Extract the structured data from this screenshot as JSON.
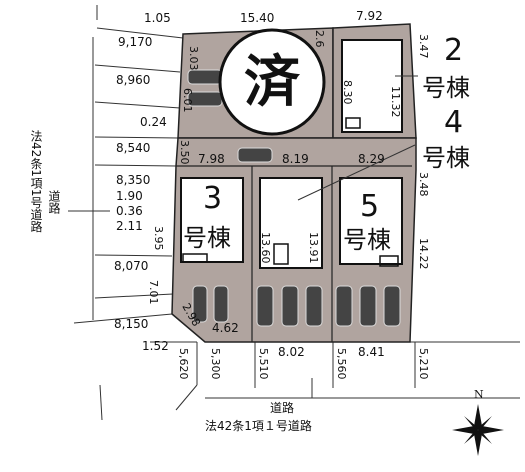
{
  "lots": {
    "lot2": {
      "number": "2",
      "label": "号棟"
    },
    "lot4": {
      "number": "4",
      "label": "号棟"
    },
    "lot3": {
      "number": "3",
      "label": "号棟"
    },
    "lot5": {
      "number": "5",
      "label": "号棟"
    },
    "sold_stamp": "済"
  },
  "roads": {
    "bottom_line1": "道路",
    "bottom_line2": "法42条1項１号道路",
    "left_vertical": "法42条1項1号道路",
    "left_side": "道路"
  },
  "compass": {
    "north": "N"
  },
  "dims": {
    "d1_05": "1.05",
    "d15_40": "15.40",
    "d7_92": "7.92",
    "d3_47": "3.47",
    "d9_170": "9,170",
    "d8_960": "8,960",
    "d0_24": "0.24",
    "d8_540": "8,540",
    "d8_350": "8,350",
    "d1_90": "1.90",
    "d0_36": "0.36",
    "d2_11": "2.11",
    "d8_070": "8,070",
    "d8_150": "8,150",
    "d1_52": "1.52",
    "d3_03": "3.03",
    "d6_01": "6.01",
    "d2_6": "2.6",
    "d8_30": "8.30",
    "d11_32": "11.32",
    "d3_50": "3.50",
    "d7_98": "7.98",
    "d8_19": "8.19",
    "d8_29": "8.29",
    "d3_48": "3.48",
    "d3_95": "3.95",
    "d13_60": "13.60",
    "d13_91": "13.91",
    "d14_22": "14.22",
    "d7_01": "7.01",
    "d2_98": "2.98",
    "d4_62": "4.62",
    "d8_02": "8.02",
    "d8_41": "8.41",
    "d5_620": "5,620",
    "d5_300": "5,300",
    "d5_510": "5,510",
    "d5_560": "5,560",
    "d5_210": "5,210"
  },
  "colors": {
    "lot_fill": "#b0a49f",
    "house_outline": "#111111",
    "line": "#333333"
  }
}
